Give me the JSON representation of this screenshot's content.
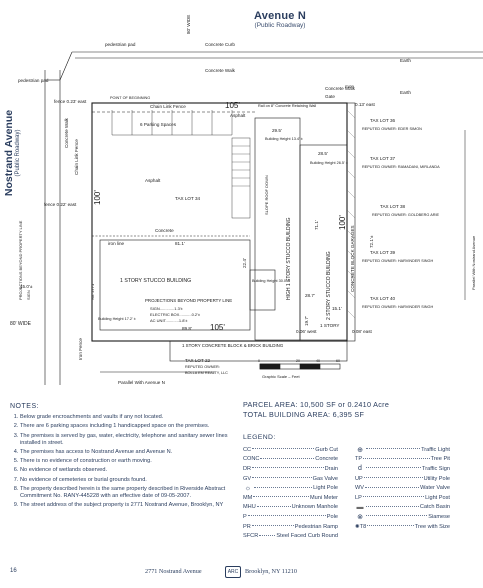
{
  "street_top": {
    "name": "Avenue N",
    "sub": "(Public Roadway)"
  },
  "street_left": {
    "name": "Nostrand Avenue",
    "sub": "(Public Roadway)"
  },
  "plan_labels": {
    "pedestrian_pad_top": "pedestrian pad",
    "pedestrian_pad_left": "pedestrian pad",
    "concrete_curb": "Concrete Curb",
    "concrete_walk_top": "Concrete Walk",
    "concrete_walk_left": "Concrete Walk",
    "concrete_walk_right": "Concrete Walk",
    "eighty_wide_top": "80' WIDE",
    "eighty_wide_left": "80' WIDE",
    "earth1": "Earth",
    "earth2": "Earth",
    "fence_west_upper": "fence 0.23' east",
    "fence_west_lower": "fence 0.22' east",
    "fence_east": "0.13' east",
    "point_of_beginning": "POINT OF BEGINNING",
    "chain_link_fence": "Chain Link Fence",
    "dim_105_top": "105'",
    "dim_105_bottom": "105'",
    "dim_100_left": "100'",
    "dim_100_right": "100'",
    "asphalt1": "Asphalt",
    "asphalt2": "Asphalt",
    "parking_spaces": "6 Parking Spaces",
    "concrete": "Concrete",
    "tax_lot_34": "TAX LOT 34",
    "gate": "Gate",
    "rail_retaining": "Rail on 8\" Concrete Retaining Wall",
    "building_height_1": "29.5'",
    "building_height_1b": "Building Height 13.4' ±",
    "bldg_28": "28.5'",
    "bldg_28b": "Building Height 26.5' ±",
    "high_stucco": "HIGH 1 STORY STUCCO BUILDING",
    "two_story": "2 STORY STUCCO BUILDING",
    "concrete_block_garages": "CONCRETE BLOCK GARAGES",
    "slope_roof": "SLOPE ROOF DOWN",
    "one_story_stucco": "1 STORY STUCCO BUILDING",
    "proj_beyond": "PROJECTIONS BEYOND PROPERTY LINE",
    "proj_sign": "SIGN.............1.3'±",
    "proj_electric": "ELECTRIC BOX...........0.2'±",
    "proj_ac": "AC UNIT............1.8'±",
    "iron_fence": "Iron Fence",
    "iron_line": "iron line",
    "dim_811": "81.1'",
    "dim_892": "89.8'",
    "dim_2771": "No. 2771",
    "bldg_height_172": "Building Height 17.2' ±",
    "bldg_height_30": "Building Height 30.0' ±",
    "one_story_block": "1 STORY CONCRETE BLOCK & BRICK BUILDING",
    "tax_lot_22": "TAX LOT 22",
    "reputed_22": "REPUTED OWNER:",
    "owner_22": "BOLLA EM REALTY, LLC",
    "parallel_ave_n": "Parallel With Avenue N",
    "parallel_nostrand": "Parallel With Nostrand Avenue",
    "graphic_scale": "Graphic Scale – Feet",
    "scale_0": "0",
    "scale_20": "20",
    "scale_40": "40",
    "scale_60": "60",
    "tax_lot_36": "TAX LOT 36",
    "tax_lot_36_owner": "REPUTED OWNER: EDER SIMON",
    "tax_lot_37": "TAX LOT 37",
    "tax_lot_37_owner": "REPUTED OWNER: RAMADANI, MIRLANDA",
    "tax_lot_38": "TAX LOT 38",
    "tax_lot_38_owner": "REPUTED OWNER: GOLDBERG ARIE",
    "tax_lot_39": "TAX LOT 39",
    "tax_lot_39_owner": "REPUTED OWNER: HARVINDER SINGH",
    "tax_lot_40": "TAX LOT 40",
    "tax_lot_40_owner": "REPUTED OWNER: HARVINDER SINGH",
    "prop_line_left": "PROJECTIONS BEYOND PROPERTY LINE",
    "sign_left": "SIGN",
    "dim_150": "15.0'±",
    "dim_151": "15.1'",
    "dim_287": "28.7'",
    "dim_224": "22.4'",
    "dim_711": "71.1'",
    "dim_721": "72.1'±",
    "dim_008": "0.08' east",
    "dim_006": "0.06' west",
    "dim_197": "19.7'",
    "story_1": "1 STORY",
    "mon": "mon"
  },
  "notes": {
    "heading": "NOTES:",
    "items": [
      "Below grade encroachments and vaults if any not located.",
      "There are 6 parking spaces including 1 handicapped space on the premises.",
      "The premises is served by gas, water, electricity, telephone and sanitary sewer lines installed in street.",
      "The premises has access to Nostrand Avenue and Avenue N.",
      "There is no evidence of construction or earth moving.",
      "No evidence of wetlands observed.",
      "No evidence of cemeteries or burial grounds found.",
      "The property described herein is the same property described in Riverside Abstract Commitment No. RANY-445228 with an effective date of 09-05-2007.",
      "The street address of the subject property is 2771 Nostrand Avenue, Brooklyn, NY"
    ]
  },
  "areas": {
    "parcel": "PARCEL AREA: 10,500 SF or 0.2410 Acre",
    "building": "TOTAL BUILDING AREA: 6,395 SF"
  },
  "legend": {
    "title": "LEGEND:",
    "left": [
      {
        "code": "CC",
        "label": "Gurb Cut"
      },
      {
        "code": "CONC",
        "label": "Concrete"
      },
      {
        "code": "DR",
        "label": "Drain"
      },
      {
        "code": "GV",
        "label": "Gas Valve"
      },
      {
        "code": "☼",
        "label": "Light Pole"
      },
      {
        "code": "MM",
        "label": "Muni Meter"
      },
      {
        "code": "MHU",
        "label": "Unknown Manhole"
      },
      {
        "code": "P",
        "label": "Pole"
      },
      {
        "code": "PR",
        "label": "Pedestrian Ramp"
      },
      {
        "code": "SFCR",
        "label": "Steel Faced Curb Round"
      }
    ],
    "right": [
      {
        "code": "⊕",
        "label": "Traffic Light"
      },
      {
        "code": "TP",
        "label": "Tree Pit"
      },
      {
        "code": "d",
        "label": "Traffic Sign"
      },
      {
        "code": "UP",
        "label": "Utility Pole"
      },
      {
        "code": "WV",
        "label": "Water Valve"
      },
      {
        "code": "LP",
        "label": "Light Post"
      },
      {
        "code": "▬",
        "label": "Catch Basin"
      },
      {
        "code": "⊗",
        "label": "Siamese"
      },
      {
        "code": "✺T8",
        "label": "Tree with Size"
      }
    ]
  },
  "footer": {
    "page": "16",
    "address": "2771 Nostrand Avenue",
    "logo": "ARC",
    "city": "Brooklyn, NY 11210"
  },
  "colors": {
    "ink": "#1a1a1a",
    "title_blue": "#2a3d5e"
  }
}
